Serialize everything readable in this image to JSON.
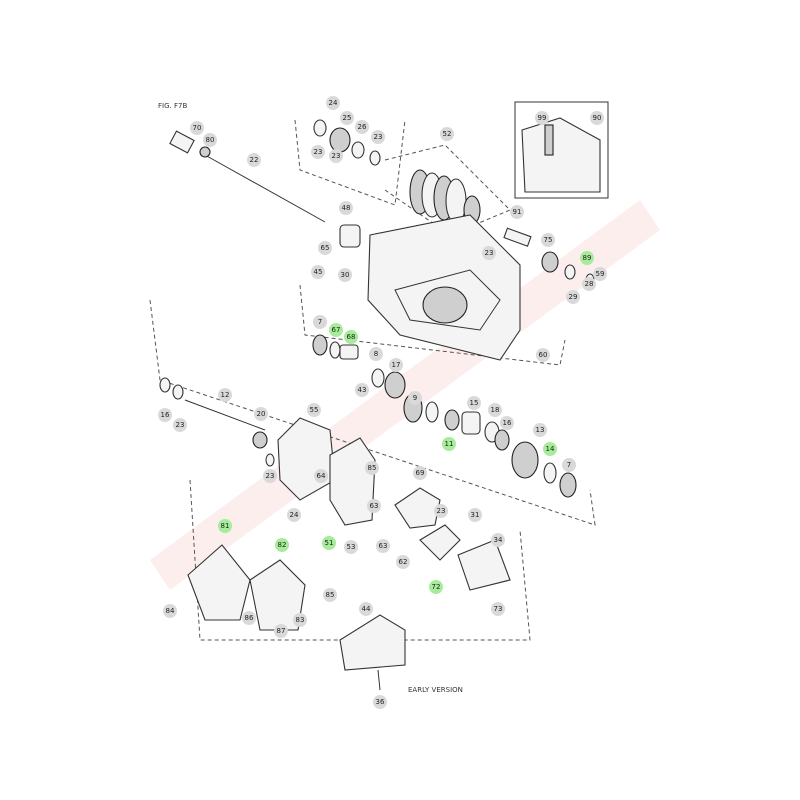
{
  "captions": {
    "top_label": "FIG. F7B",
    "bottom_label": "EARLY VERSION"
  },
  "colors": {
    "highlight": "#a6ec9a",
    "callout": "#d9d9d9",
    "line": "#333333"
  },
  "callouts": [
    {
      "n": "70"
    },
    {
      "n": "80"
    },
    {
      "n": "22"
    },
    {
      "n": "24"
    },
    {
      "n": "25"
    },
    {
      "n": "26"
    },
    {
      "n": "23"
    },
    {
      "n": "23"
    },
    {
      "n": "23"
    },
    {
      "n": "52"
    },
    {
      "n": "90"
    },
    {
      "n": "99"
    },
    {
      "n": "48"
    },
    {
      "n": "65"
    },
    {
      "n": "91"
    },
    {
      "n": "23"
    },
    {
      "n": "75"
    },
    {
      "n": "89",
      "hl": true
    },
    {
      "n": "59"
    },
    {
      "n": "28"
    },
    {
      "n": "29"
    },
    {
      "n": "45"
    },
    {
      "n": "30"
    },
    {
      "n": "7"
    },
    {
      "n": "67",
      "hl": true
    },
    {
      "n": "68",
      "hl": true
    },
    {
      "n": "8"
    },
    {
      "n": "17"
    },
    {
      "n": "43"
    },
    {
      "n": "60"
    },
    {
      "n": "16"
    },
    {
      "n": "23"
    },
    {
      "n": "12"
    },
    {
      "n": "20"
    },
    {
      "n": "23"
    },
    {
      "n": "55"
    },
    {
      "n": "64"
    },
    {
      "n": "24"
    },
    {
      "n": "9"
    },
    {
      "n": "11",
      "hl": true
    },
    {
      "n": "18"
    },
    {
      "n": "15"
    },
    {
      "n": "16"
    },
    {
      "n": "13"
    },
    {
      "n": "14",
      "hl": true
    },
    {
      "n": "7"
    },
    {
      "n": "69"
    },
    {
      "n": "85"
    },
    {
      "n": "63"
    },
    {
      "n": "23"
    },
    {
      "n": "31"
    },
    {
      "n": "51",
      "hl": true
    },
    {
      "n": "53"
    },
    {
      "n": "63"
    },
    {
      "n": "62"
    },
    {
      "n": "72",
      "hl": true
    },
    {
      "n": "34"
    },
    {
      "n": "73"
    },
    {
      "n": "81",
      "hl": true
    },
    {
      "n": "82",
      "hl": true
    },
    {
      "n": "84"
    },
    {
      "n": "85"
    },
    {
      "n": "86"
    },
    {
      "n": "87"
    },
    {
      "n": "83"
    },
    {
      "n": "44"
    },
    {
      "n": "36"
    }
  ]
}
